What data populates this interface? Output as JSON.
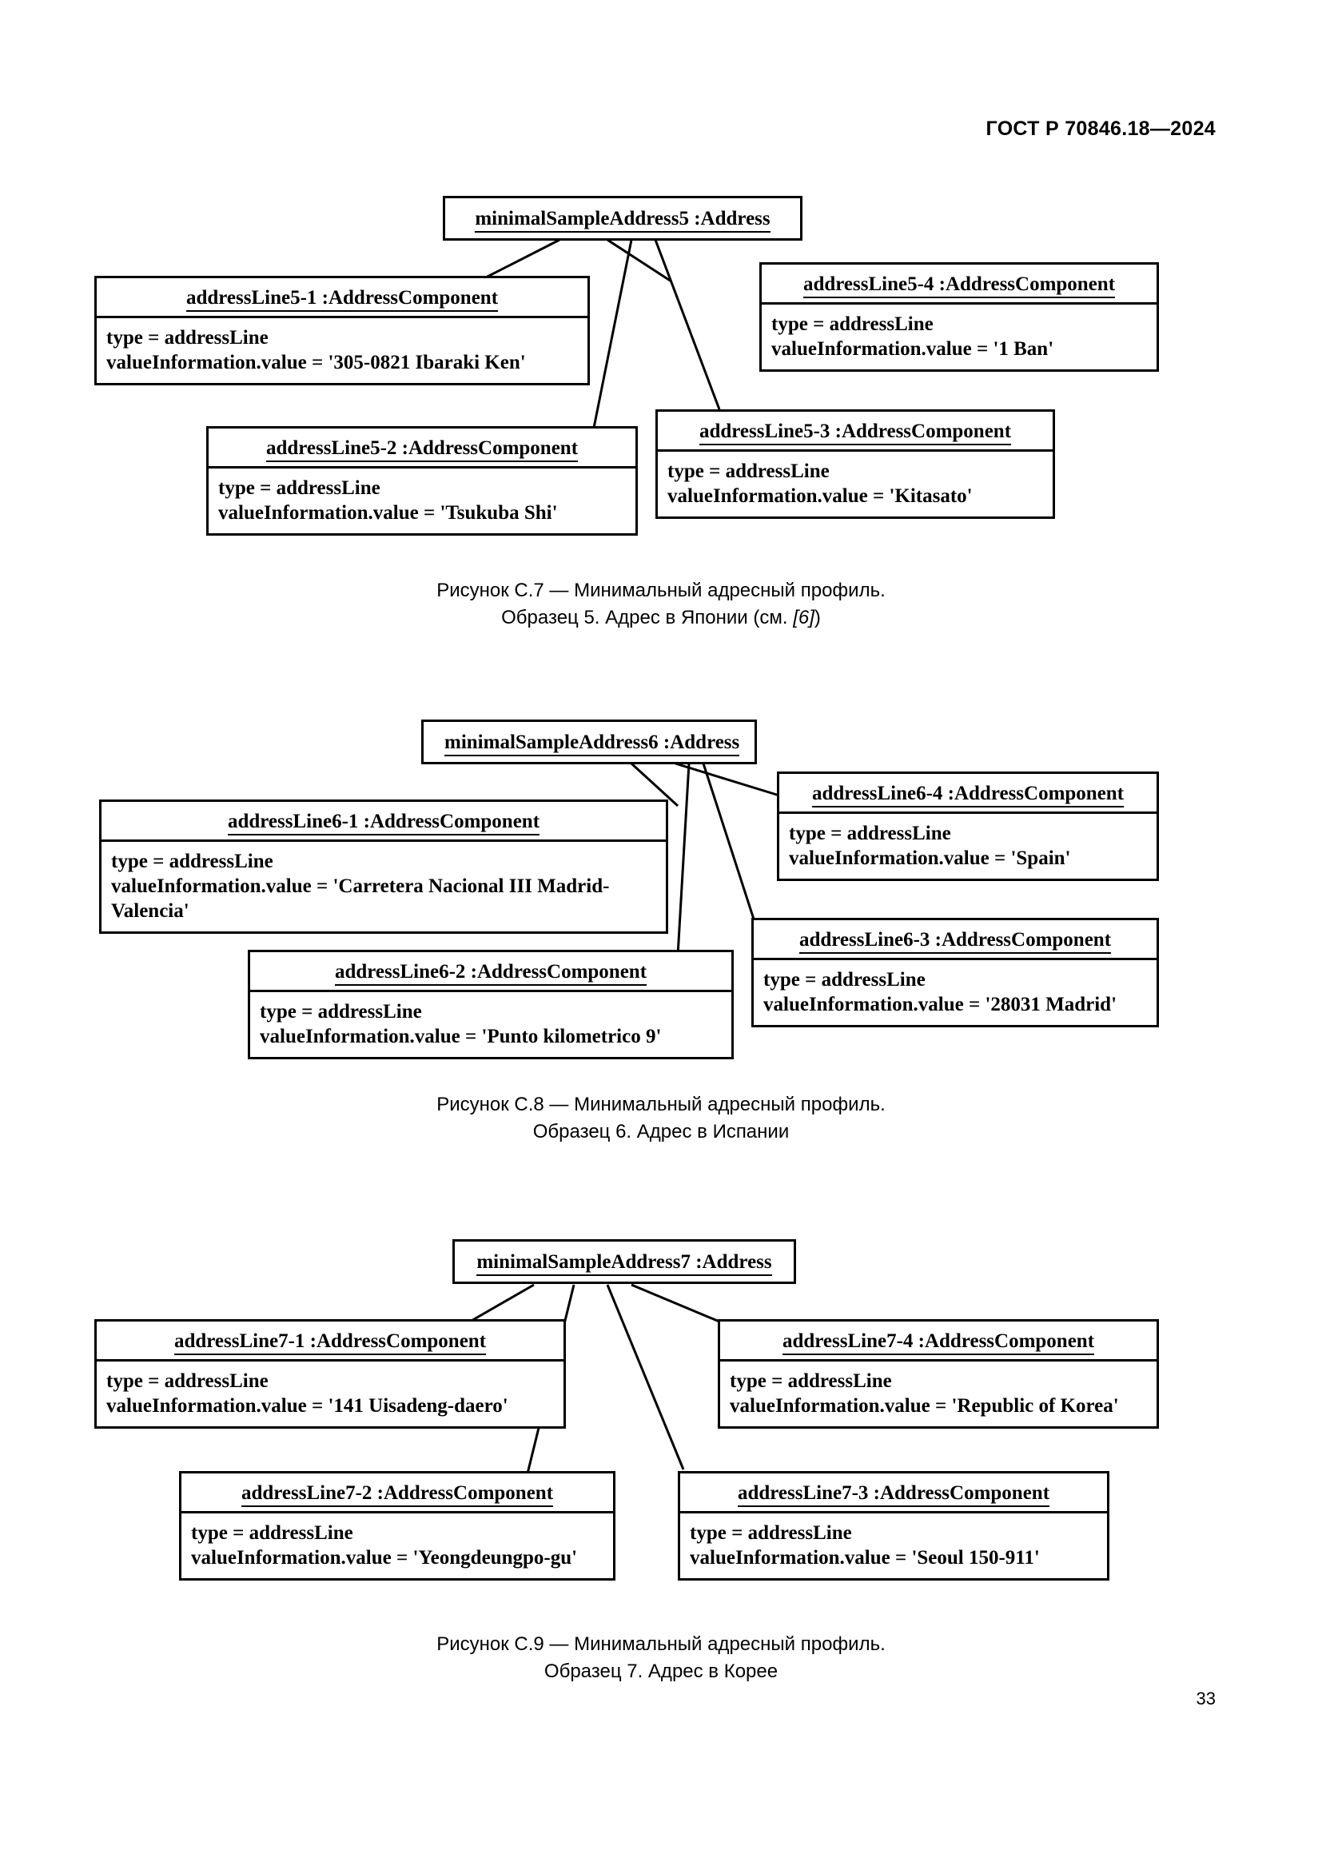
{
  "page": {
    "standard_header": "ГОСТ Р 70846.18—2024",
    "page_number": "33"
  },
  "figures": [
    {
      "id": "figure-c7",
      "root": {
        "title": "minimalSampleAddress5 :Address"
      },
      "components": [
        {
          "title": "addressLine5-1 :AddressComponent",
          "type_attr": "type = addressLine",
          "value_attr": "valueInformation.value = '305-0821 Ibaraki Ken'"
        },
        {
          "title": "addressLine5-4 :AddressComponent",
          "type_attr": "type = addressLine",
          "value_attr": "valueInformation.value = '1 Ban'"
        },
        {
          "title": "addressLine5-2 :AddressComponent",
          "type_attr": "type = addressLine",
          "value_attr": "valueInformation.value = 'Tsukuba Shi'"
        },
        {
          "title": "addressLine5-3 :AddressComponent",
          "type_attr": "type = addressLine",
          "value_attr": "valueInformation.value = 'Kitasato'"
        }
      ],
      "caption_line1": "Рисунок С.7 — Минимальный адресный профиль.",
      "caption_line2_pre": "Образец 5. Адрес в Японии (см. ",
      "caption_line2_ref": "[6]",
      "caption_line2_post": ")"
    },
    {
      "id": "figure-c8",
      "root": {
        "title": "minimalSampleAddress6 :Address"
      },
      "components": [
        {
          "title": "addressLine6-1 :AddressComponent",
          "type_attr": "type = addressLine",
          "value_attr": "valueInformation.value = 'Carretera Nacional III Madrid-Valencia'"
        },
        {
          "title": "addressLine6-4 :AddressComponent",
          "type_attr": "type = addressLine",
          "value_attr": "valueInformation.value = 'Spain'"
        },
        {
          "title": "addressLine6-2 :AddressComponent",
          "type_attr": "type = addressLine",
          "value_attr": "valueInformation.value = 'Punto kilometrico 9'"
        },
        {
          "title": "addressLine6-3 :AddressComponent",
          "type_attr": "type = addressLine",
          "value_attr": "valueInformation.value = '28031 Madrid'"
        }
      ],
      "caption_line1": "Рисунок С.8 — Минимальный адресный профиль.",
      "caption_line2_pre": "Образец 6. Адрес в Испании",
      "caption_line2_ref": "",
      "caption_line2_post": ""
    },
    {
      "id": "figure-c9",
      "root": {
        "title": "minimalSampleAddress7 :Address"
      },
      "components": [
        {
          "title": "addressLine7-1 :AddressComponent",
          "type_attr": "type = addressLine",
          "value_attr": "valueInformation.value = '141 Uisadeng-daero'"
        },
        {
          "title": "addressLine7-4 :AddressComponent",
          "type_attr": "type = addressLine",
          "value_attr": "valueInformation.value = 'Republic of Korea'"
        },
        {
          "title": "addressLine7-2 :AddressComponent",
          "type_attr": "type = addressLine",
          "value_attr": "valueInformation.value = 'Yeongdeungpo-gu'"
        },
        {
          "title": "addressLine7-3 :AddressComponent",
          "type_attr": "type = addressLine",
          "value_attr": "valueInformation.value = 'Seoul 150-911'"
        }
      ],
      "caption_line1": "Рисунок С.9 — Минимальный адресный профиль.",
      "caption_line2_pre": "Образец 7. Адрес в Корее",
      "caption_line2_ref": "",
      "caption_line2_post": ""
    }
  ]
}
